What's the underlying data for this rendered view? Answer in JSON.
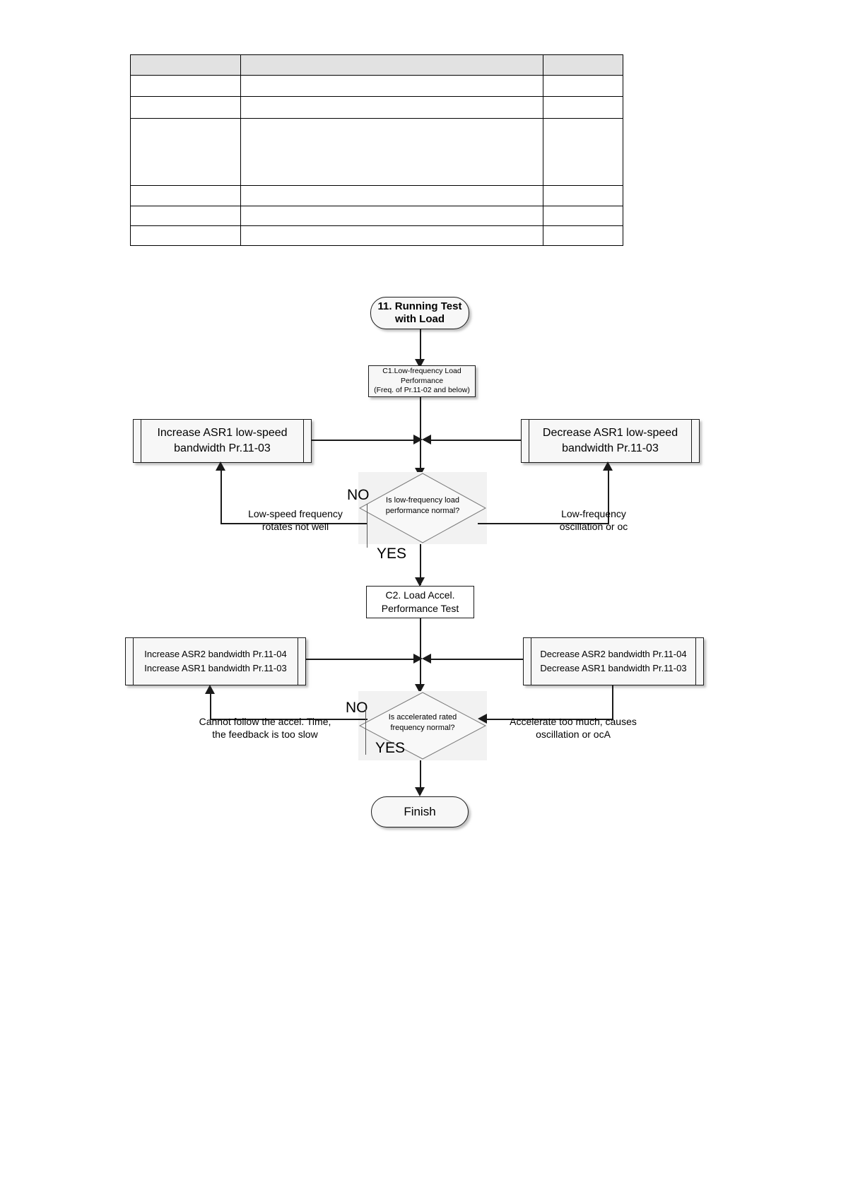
{
  "table": {
    "columns": [
      "",
      "",
      ""
    ],
    "header_fill": "#e2e2e2",
    "rows": [
      {
        "cells": [
          "",
          "",
          ""
        ],
        "height": 28,
        "header": true
      },
      {
        "cells": [
          "",
          "",
          ""
        ],
        "height": 29,
        "header": false
      },
      {
        "cells": [
          "",
          "",
          ""
        ],
        "height": 30,
        "header": false
      },
      {
        "cells": [
          "",
          "",
          ""
        ],
        "height": 94,
        "header": false
      },
      {
        "cells": [
          "",
          "",
          ""
        ],
        "height": 28,
        "header": false
      },
      {
        "cells": [
          "",
          "",
          ""
        ],
        "height": 27,
        "header": false
      },
      {
        "cells": [
          "",
          "",
          ""
        ],
        "height": 27,
        "header": false
      }
    ]
  },
  "flowchart": {
    "start": {
      "line1": "11. Running Test",
      "line2": "with Load"
    },
    "c1": {
      "line1": "C1.Low-frequency Load",
      "line2": "Performance",
      "line3": "(Freq. of Pr.11-02 and below)"
    },
    "c1_left_action": {
      "line1": "Increase ASR1 low-speed",
      "line2": "bandwidth Pr.11-03"
    },
    "c1_right_action": {
      "line1": "Decrease ASR1 low-speed",
      "line2": "bandwidth Pr.11-03"
    },
    "decision1": {
      "line1": "Is low-frequency load",
      "line2": "performance normal?",
      "no_label": "NO",
      "yes_label": "YES"
    },
    "note_left_1": {
      "line1": "Low-speed frequency",
      "line2": "rotates not well"
    },
    "note_right_1": {
      "line1": "Low-frequency",
      "line2": "oscillation or oc"
    },
    "c2": {
      "line1": "C2. Load Accel.",
      "line2": "Performance Test"
    },
    "c2_left_action": {
      "line1": "Increase ASR2 bandwidth Pr.11-04",
      "line2": "Increase ASR1 bandwidth Pr.11-03"
    },
    "c2_right_action": {
      "line1": "Decrease ASR2 bandwidth Pr.11-04",
      "line2": "Decrease ASR1 bandwidth Pr.11-03"
    },
    "decision2": {
      "line1": "Is accelerated rated",
      "line2": "frequency normal?",
      "no_label": "NO",
      "yes_label": "YES"
    },
    "note_left_2": {
      "line1": "Cannot follow the accel. Time,",
      "line2": "the feedback is too slow"
    },
    "note_right_2": {
      "line1": "Accelerate too much, causes",
      "line2": "oscillation or ocA"
    },
    "finish": {
      "label": "Finish"
    }
  },
  "colors": {
    "stroke": "#1a1a1a",
    "box_fill": "#f7f7f7",
    "diamond_fill": "#f2f2f2",
    "table_header": "#e2e2e2"
  }
}
